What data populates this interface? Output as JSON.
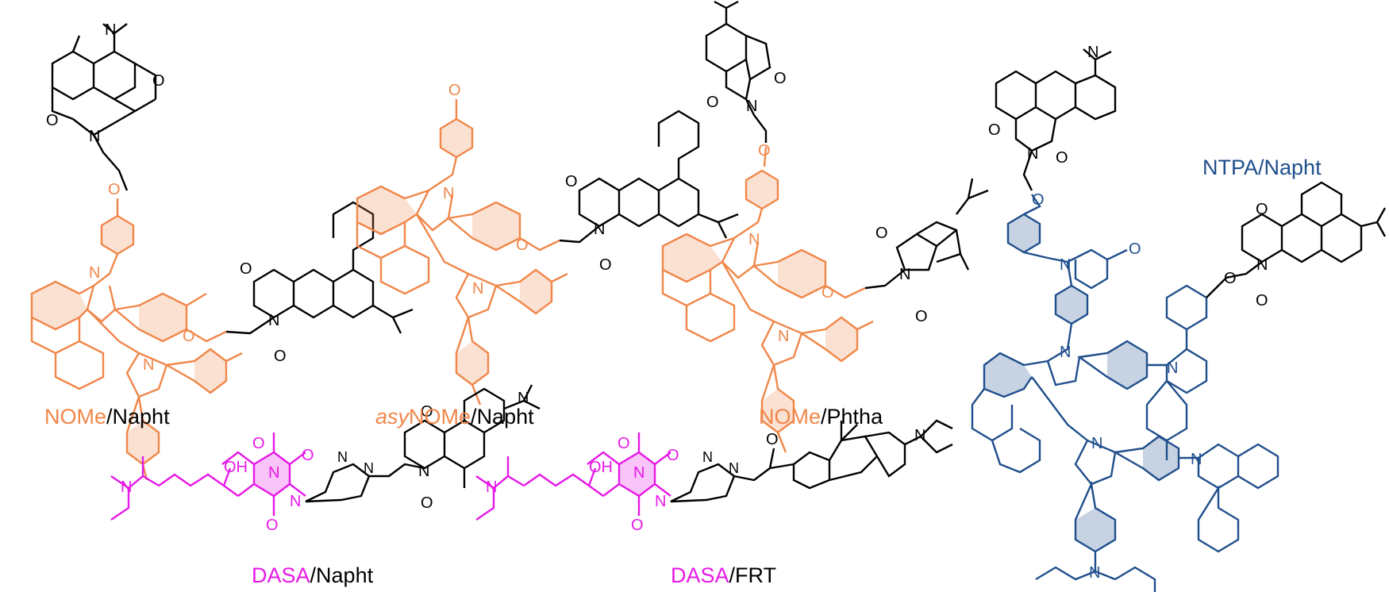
{
  "colors": {
    "nome": "#F0874A",
    "dasa": "#E619E6",
    "ntpa": "#1F4E8C",
    "acceptor": "#000000"
  },
  "atoms": {
    "N": "N",
    "O": "O",
    "OH": "OH"
  },
  "labels": {
    "nome_napht": {
      "prefix": "NOMe",
      "sep": "/",
      "suffix": "Napht"
    },
    "asynome_napht": {
      "italic": "asy",
      "prefix": "NOMe",
      "sep": "/",
      "suffix": "Napht"
    },
    "nome_phtha": {
      "prefix": "NOMe",
      "sep": "/",
      "suffix": "Phtha"
    },
    "ntpa_napht": {
      "prefix": "NTPA",
      "sep": "/",
      "suffix": "Napht"
    },
    "dasa_napht": {
      "prefix": "DASA",
      "sep": "/",
      "suffix": "Napht"
    },
    "dasa_frt": {
      "prefix": "DASA",
      "sep": "/",
      "suffix": "FRT"
    }
  }
}
